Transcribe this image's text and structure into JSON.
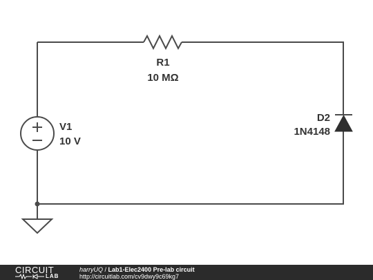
{
  "components": {
    "resistor": {
      "ref": "R1",
      "value": "10 MΩ"
    },
    "source": {
      "ref": "V1",
      "value": "10 V"
    },
    "diode": {
      "ref": "D2",
      "value": "1N4148"
    }
  },
  "footer": {
    "logo_top": "CIRCUIT",
    "logo_bottom": "LAB",
    "author": "harryUQ",
    "separator": " / ",
    "title": "Lab1-Elec2400 Pre-lab circuit",
    "url": "http://circuitlab.com/cv9dwy9c69kg7"
  },
  "colors": {
    "wire": "#4a4a4a",
    "label": "#333333",
    "footer_bg": "#2b2b2b"
  }
}
